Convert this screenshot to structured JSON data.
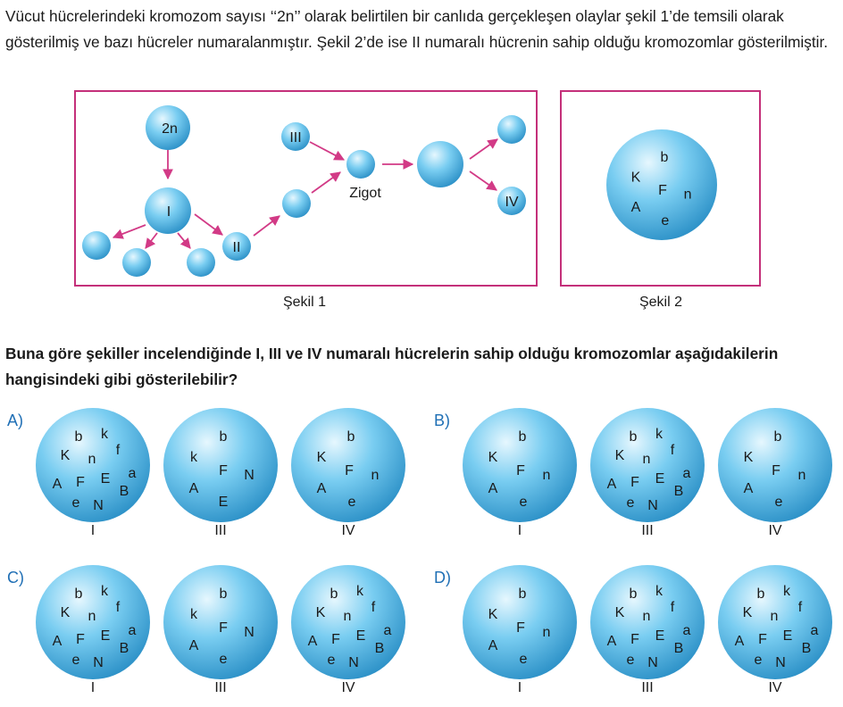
{
  "intro_text": "Vücut hücrelerindeki kromozom sayısı ‘‘2n’’ olarak belirtilen bir canlıda gerçekleşen olaylar şekil 1’de temsili olarak gösterilmiş ve bazı hücreler numaralanmıştır. Şekil 2’de ise II numaralı hücrenin sahip olduğu kromozomlar gösterilmiştir.",
  "figure1": {
    "caption": "Şekil 1",
    "labels": {
      "mother": "2n",
      "cell_I": "I",
      "cell_II": "II",
      "cell_III": "III",
      "cell_IV": "IV",
      "zygote": "Zigot"
    }
  },
  "figure2": {
    "caption": "Şekil 2",
    "chromosomes": [
      "b",
      "K",
      "F",
      "n",
      "A",
      "e"
    ]
  },
  "question": "Buna göre şekiller incelendiğinde I, III ve IV numaralı hücrelerin sahip olduğu kromozomlar aşağıdakilerin hangisindeki gibi gösterilebilir?",
  "options": [
    {
      "label": "A)",
      "cells": [
        {
          "name": "I",
          "chromosomes": [
            "b",
            "k",
            "K",
            "n",
            "f",
            "a",
            "A",
            "F",
            "E",
            "B",
            "e",
            "N"
          ]
        },
        {
          "name": "III",
          "chromosomes": [
            "b",
            "k",
            "F",
            "N",
            "A",
            "E"
          ]
        },
        {
          "name": "IV",
          "chromosomes": [
            "b",
            "K",
            "F",
            "n",
            "A",
            "e"
          ]
        }
      ]
    },
    {
      "label": "B)",
      "cells": [
        {
          "name": "I",
          "chromosomes": [
            "b",
            "K",
            "F",
            "n",
            "A",
            "e"
          ]
        },
        {
          "name": "III",
          "chromosomes": [
            "b",
            "k",
            "K",
            "n",
            "f",
            "a",
            "A",
            "F",
            "E",
            "B",
            "e",
            "N"
          ]
        },
        {
          "name": "IV",
          "chromosomes": [
            "b",
            "K",
            "F",
            "n",
            "A",
            "e"
          ]
        }
      ]
    },
    {
      "label": "C)",
      "cells": [
        {
          "name": "I",
          "chromosomes": [
            "b",
            "k",
            "K",
            "n",
            "f",
            "a",
            "A",
            "F",
            "E",
            "B",
            "e",
            "N"
          ]
        },
        {
          "name": "III",
          "chromosomes": [
            "b",
            "k",
            "F",
            "N",
            "A",
            "e"
          ]
        },
        {
          "name": "IV",
          "chromosomes": [
            "b",
            "k",
            "K",
            "n",
            "f",
            "a",
            "A",
            "F",
            "E",
            "B",
            "e",
            "N"
          ]
        }
      ]
    },
    {
      "label": "D)",
      "cells": [
        {
          "name": "I",
          "chromosomes": [
            "b",
            "K",
            "F",
            "n",
            "A",
            "e"
          ]
        },
        {
          "name": "III",
          "chromosomes": [
            "b",
            "k",
            "K",
            "n",
            "f",
            "a",
            "A",
            "F",
            "E",
            "B",
            "e",
            "N"
          ]
        },
        {
          "name": "IV",
          "chromosomes": [
            "b",
            "k",
            "K",
            "n",
            "f",
            "a",
            "A",
            "F",
            "E",
            "B",
            "e",
            "N"
          ]
        }
      ]
    }
  ],
  "colors": {
    "frame": "#c4307a",
    "arrow": "#d23a86",
    "cell_light": "#d8f1fc",
    "cell_mid": "#6cc6ee",
    "cell_dark": "#2b93c9",
    "option_label": "#1f6fb5"
  }
}
